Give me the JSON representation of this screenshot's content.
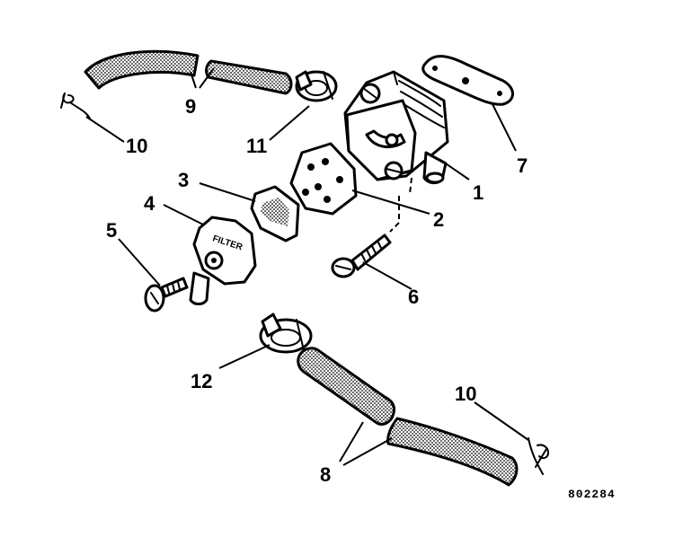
{
  "callouts": {
    "c1": "1",
    "c2": "2",
    "c3": "3",
    "c4": "4",
    "c5": "5",
    "c6": "6",
    "c7": "7",
    "c8": "8",
    "c9": "9",
    "c10a": "10",
    "c10b": "10",
    "c11": "11",
    "c12": "12"
  },
  "filter_cover_text": "FILTER",
  "drawing_number": "802284"
}
